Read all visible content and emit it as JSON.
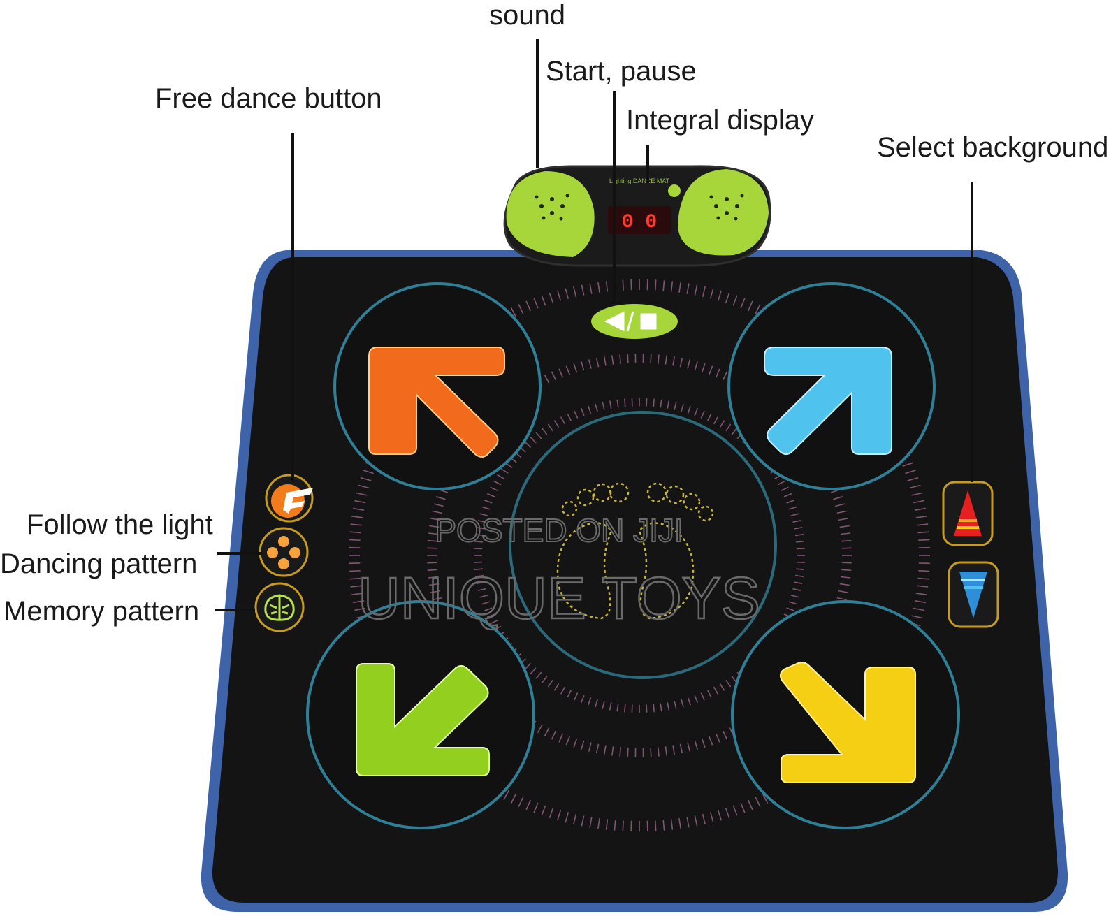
{
  "callouts": {
    "sound": "sound",
    "start_pause": "Start, pause",
    "integral_display": "Integral display",
    "free_dance": "Free dance button",
    "select_background": "Select background",
    "follow_light": "Follow the light",
    "dancing_pattern": "Dancing pattern",
    "memory_pattern": "Memory pattern"
  },
  "console": {
    "display_digits": "0 0",
    "brand_text": "Lighting DANCE MAT"
  },
  "watermark": {
    "line1": "POSTED ON JIJI",
    "line2": "UNIQUE TOYS"
  },
  "icons": {
    "start_pause": "play-stop-icon",
    "free_dance": "free-dance-f-icon",
    "dancing_pattern": "dance-pattern-icon",
    "memory_pattern": "brain-icon",
    "bg_up": "triangle-up-icon",
    "bg_down": "triangle-down-icon"
  },
  "colors": {
    "mat": "#141414",
    "mat_border": "#3e63a8",
    "console_green": "#a6d63a",
    "arrow_orange": "#f26a1b",
    "arrow_blue": "#4fc3ee",
    "arrow_green": "#92cf1e",
    "arrow_yellow": "#f5cf13",
    "ring": "#2b6a7a",
    "tick": "#a86a93"
  }
}
